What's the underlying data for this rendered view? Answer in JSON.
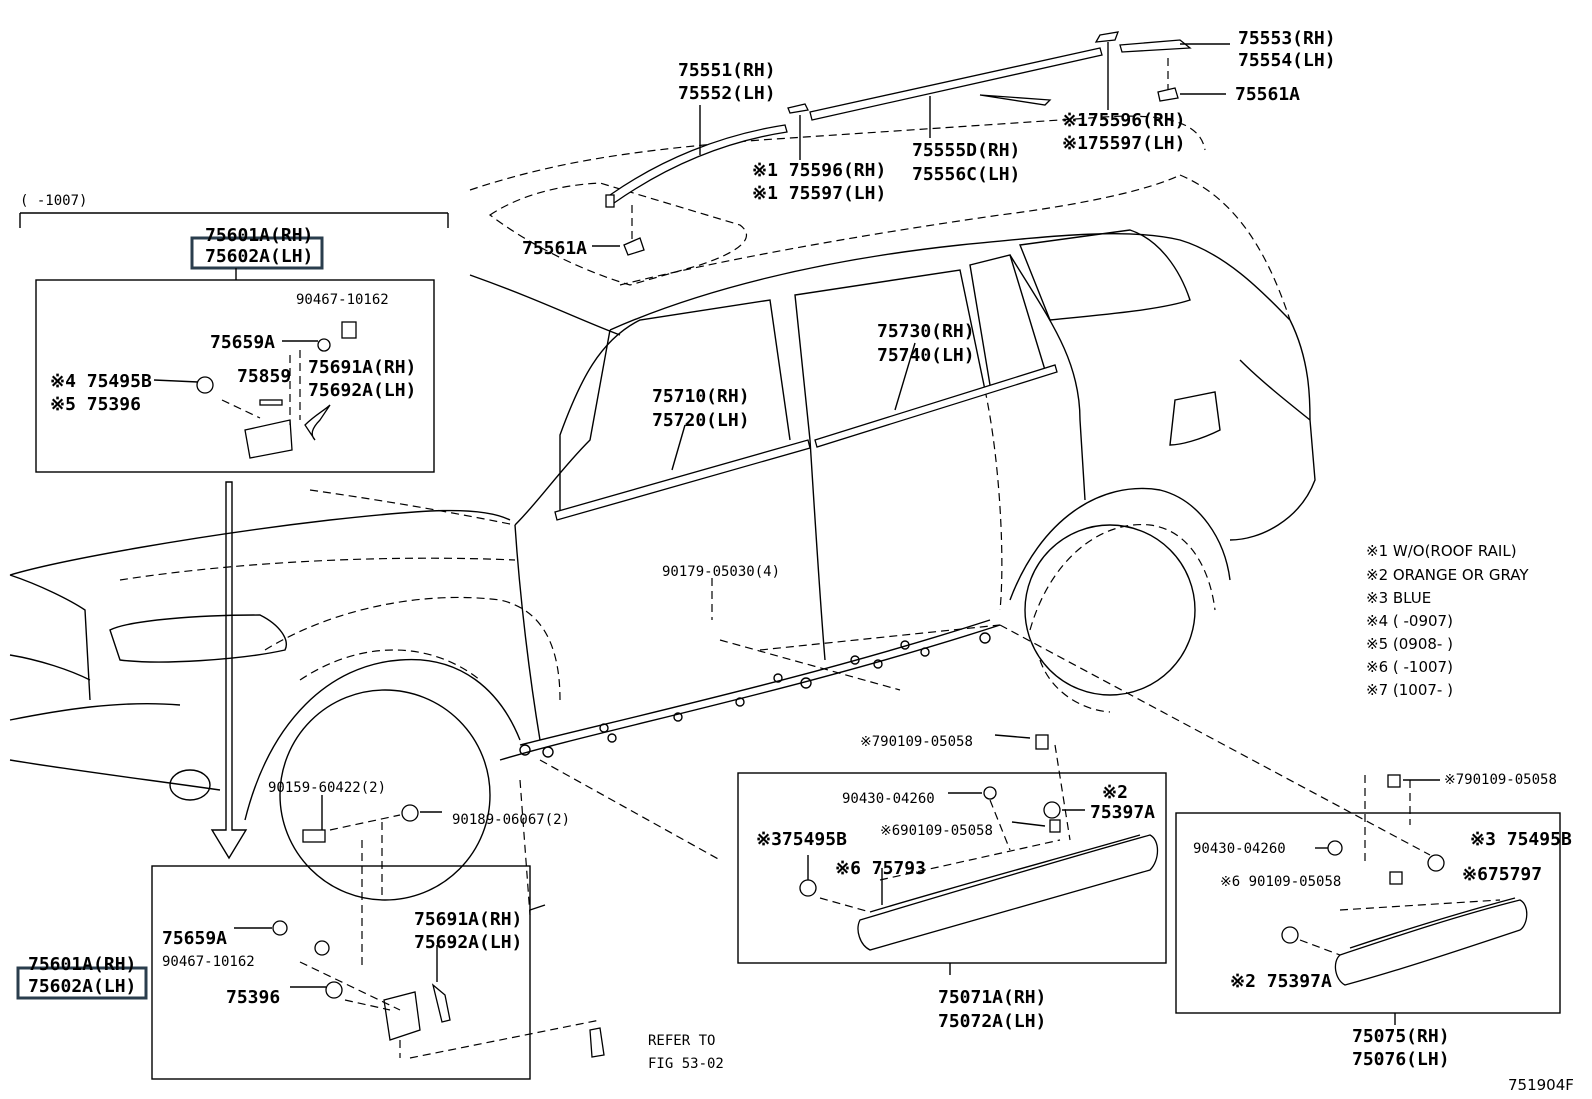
{
  "callouts": {
    "c75553": "75553(RH)",
    "c75554": "75554(LH)",
    "c75561a_top": "75561A",
    "c75596_right": "※175596(RH)",
    "c75597_right": "※175597(LH)",
    "c75551": "75551(RH)",
    "c75552": "75552(LH)",
    "c75596_mid": "※1 75596(RH)",
    "c75597_mid": "※1 75597(LH)",
    "c75555d": "75555D(RH)",
    "c75556c": "75556C(LH)",
    "c75561a_left": "75561A",
    "range_top": "(      -1007)",
    "c75601a_top": "75601A(RH)",
    "c75602a_top": "75602A(LH)",
    "c90467_top": "90467-10162",
    "c75659a_top": "75659A",
    "c75495b_left": "※4 75495B",
    "c75396_left": "※5 75396",
    "c75859": "75859",
    "c75691a_top": "75691A(RH)",
    "c75692a_top": "75692A(LH)",
    "c75730": "75730(RH)",
    "c75740": "75740(LH)",
    "c75710": "75710(RH)",
    "c75720": "75720(LH)",
    "c90179": "90179-05030(4)",
    "c90159": "90159-60422(2)",
    "c90189": "90189-06067(2)",
    "c90109_a": "※790109-05058",
    "c90430_a": "90430-04260",
    "c2_a": "※2",
    "c75397a_a": "75397A",
    "c75495b_a": "※375495B",
    "c90109_b": "※690109-05058",
    "c75793": "※6 75793",
    "c75071a": "75071A(RH)",
    "c75072a": "75072A(LH)",
    "c90109_c": "※790109-05058",
    "c90430_b": "90430-04260",
    "c75495b_b": "※3 75495B",
    "c90109_d": "※6 90109-05058",
    "c75797": "※675797",
    "c75397a_b": "※2 75397A",
    "c75075": "75075(RH)",
    "c75076": "75076(LH)",
    "c75659a_bot": "75659A",
    "c90467_bot": "90467-10162",
    "c75396_bot": "75396",
    "c75691a_bot": "75691A(RH)",
    "c75692a_bot": "75692A(LH)",
    "c75601a_bot": "75601A(RH)",
    "c75602a_bot": "75602A(LH)",
    "c_refer": "REFER TO",
    "c_fig": "FIG 53-02",
    "diagram_id": "751904F"
  },
  "notes": [
    "※1 W/O(ROOF RAIL)",
    "※2 ORANGE OR GRAY",
    "※3 BLUE",
    "※4 (       -0907)",
    "※5 (0908-       )",
    "※6 (       -1007)",
    "※7 (1007-       )"
  ],
  "highlight_color": "#2a3d4d"
}
